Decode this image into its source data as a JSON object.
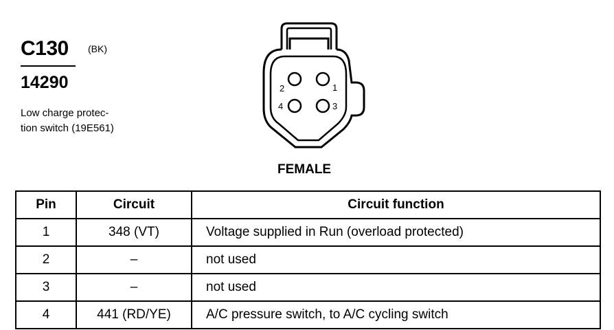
{
  "connector": {
    "code": "C130",
    "color_code": "(BK)",
    "part_number": "14290",
    "description_lines": [
      "Low charge protec-",
      "tion switch (19E561)"
    ],
    "gender": "FEMALE",
    "pin_labels": [
      "1",
      "2",
      "3",
      "4"
    ]
  },
  "table": {
    "headers": [
      "Pin",
      "Circuit",
      "Circuit function"
    ],
    "rows": [
      {
        "pin": "1",
        "circuit": "348 (VT)",
        "function": "Voltage supplied in Run (overload protected)"
      },
      {
        "pin": "2",
        "circuit": "–",
        "function": "not used"
      },
      {
        "pin": "3",
        "circuit": "–",
        "function": "not used"
      },
      {
        "pin": "4",
        "circuit": "441 (RD/YE)",
        "function": "A/C pressure switch, to A/C cycling switch"
      }
    ]
  }
}
